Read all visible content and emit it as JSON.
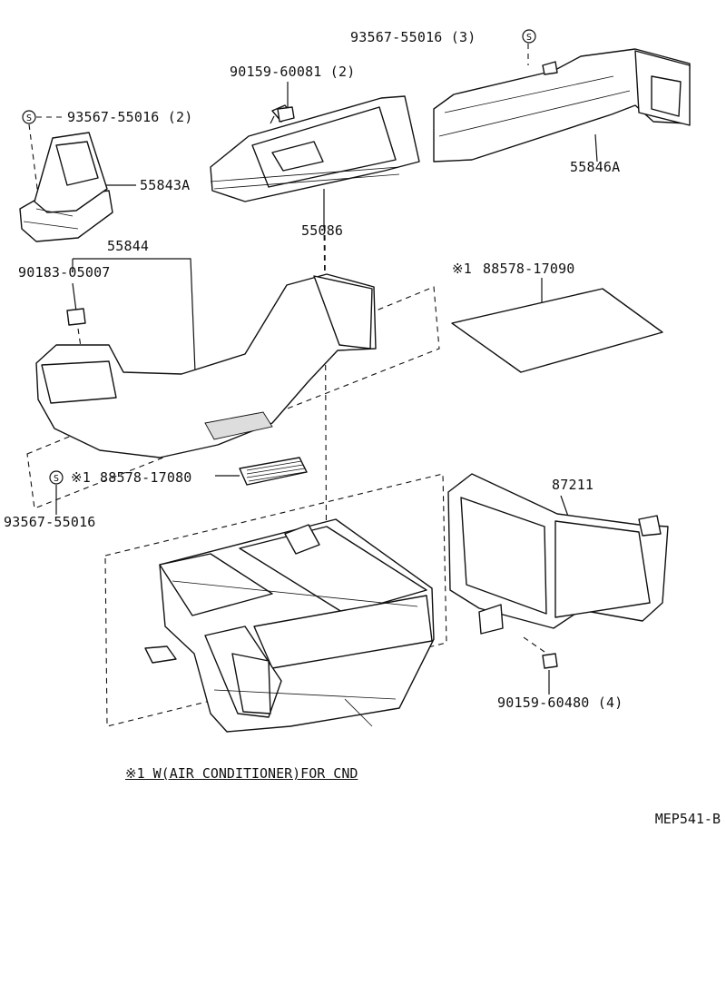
{
  "labels": {
    "p_93567_55016_3": "93567-55016 (3)",
    "p_90159_60081": "90159-60081 (2)",
    "p_93567_55016_2": "93567-55016 (2)",
    "p_55843A": "55843A",
    "p_55846A": "55846A",
    "p_55086": "55086",
    "p_55844": "55844",
    "p_90183_05007": "90183-05007",
    "p_88578_17090": "88578-17090",
    "p_88578_17080": "88578-17080",
    "p_93567_55016": "93567-55016",
    "p_87211": "87211",
    "p_90159_60480": "90159-60480 (4)"
  },
  "markers": {
    "ref_mark_1": "※1",
    "ref_mark_2": "※1",
    "s_symbol": "S"
  },
  "note": "※1 W(AIR CONDITIONER)FOR CND",
  "drawing_code": "MEP541-B"
}
